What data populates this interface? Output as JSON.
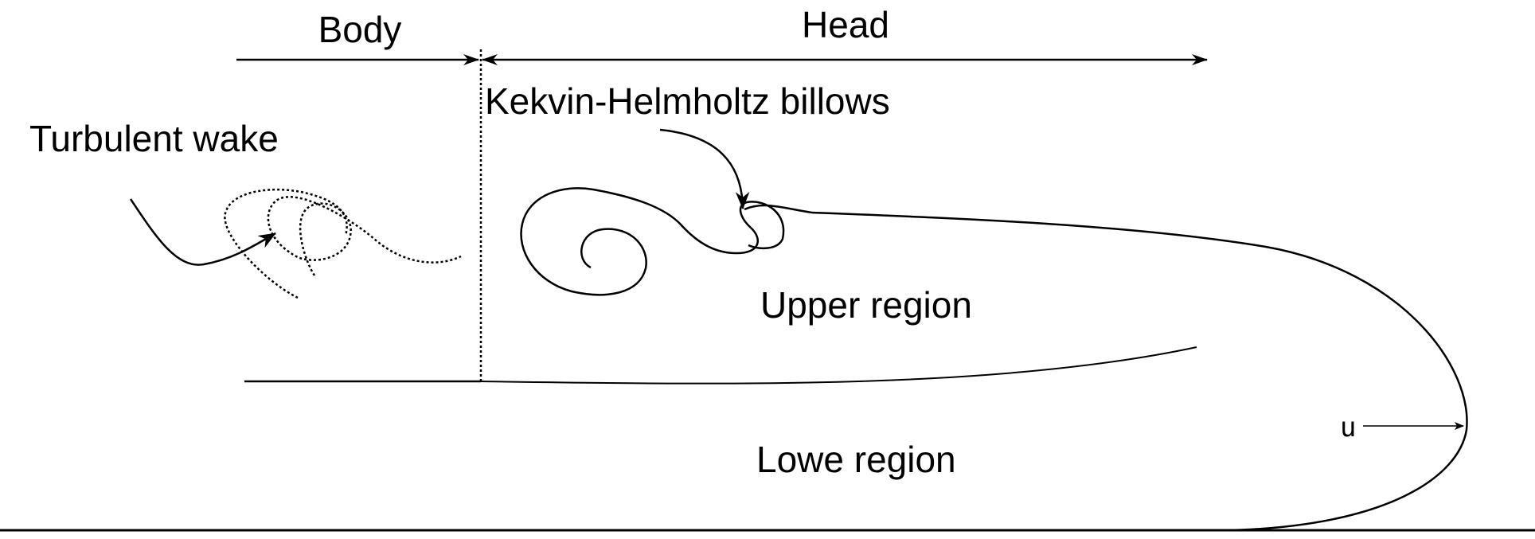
{
  "labels": {
    "body": "Body",
    "head": "Head",
    "kh_billows": "Kekvin-Helmholtz billows",
    "turbulent_wake": "Turbulent wake",
    "upper_region": "Upper region",
    "lower_region": "Lowe region",
    "velocity": "u"
  },
  "colors": {
    "ink": "#000000",
    "velocity_label": "#3a1010",
    "background": "#ffffff"
  }
}
